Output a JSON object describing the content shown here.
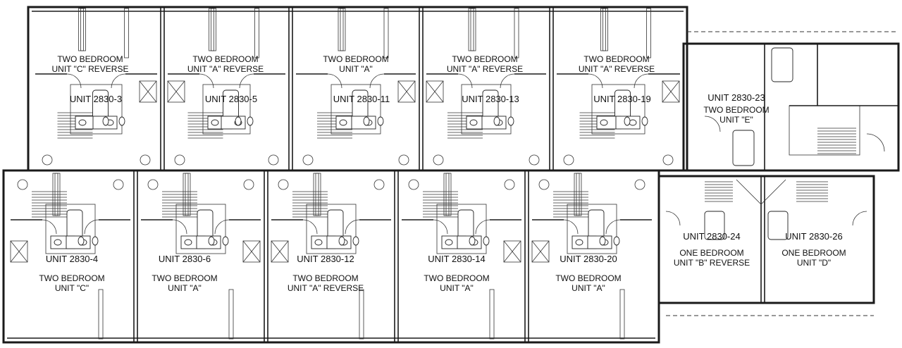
{
  "units_upper": [
    {
      "number": "UNIT  2830-3",
      "type": "TWO BEDROOM",
      "variant": "UNIT \"C\" REVERSE"
    },
    {
      "number": "UNIT  2830-5",
      "type": "TWO BEDROOM",
      "variant": "UNIT \"A\" REVERSE"
    },
    {
      "number": "UNIT  2830-11",
      "type": "TWO BEDROOM",
      "variant": "UNIT \"A\""
    },
    {
      "number": "UNIT  2830-13",
      "type": "TWO BEDROOM",
      "variant": "UNIT \"A\" REVERSE"
    },
    {
      "number": "UNIT  2830-19",
      "type": "TWO BEDROOM",
      "variant": "UNIT \"A\" REVERSE"
    },
    {
      "number": "UNIT  2830-23",
      "type": "TWO BEDROOM",
      "variant": "UNIT \"E\""
    }
  ],
  "units_lower": [
    {
      "number": "UNIT  2830-4",
      "type": "TWO BEDROOM",
      "variant": "UNIT \"C\""
    },
    {
      "number": "UNIT  2830-6",
      "type": "TWO BEDROOM",
      "variant": "UNIT \"A\""
    },
    {
      "number": "UNIT  2830-12",
      "type": "TWO BEDROOM",
      "variant": "UNIT \"A\" REVERSE"
    },
    {
      "number": "UNIT  2830-14",
      "type": "TWO BEDROOM",
      "variant": "UNIT \"A\""
    },
    {
      "number": "UNIT  2830-20",
      "type": "TWO BEDROOM",
      "variant": "UNIT \"A\""
    },
    {
      "number": "UNIT  2830-24",
      "type": "ONE BEDROOM",
      "variant": "UNIT \"B\" REVERSE"
    },
    {
      "number": "UNIT  2830-26",
      "type": "ONE BEDROOM",
      "variant": "UNIT \"D\""
    }
  ]
}
